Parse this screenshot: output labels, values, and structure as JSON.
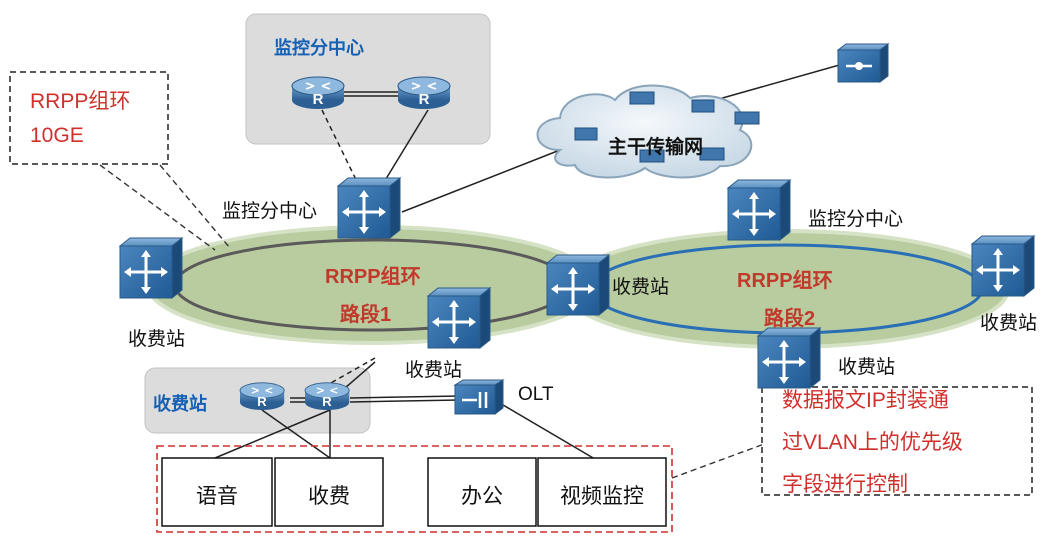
{
  "monitor_center_box": {
    "title": "监控分中心"
  },
  "toll_station_box": {
    "title": "收费站"
  },
  "backbone": {
    "label": "主干传输网"
  },
  "ring1": {
    "line1": "RRPP组环",
    "line2": "路段1"
  },
  "ring2": {
    "line1": "RRPP组环",
    "line2": "路段2"
  },
  "node_labels": {
    "monitor_center_left": "监控分中心",
    "monitor_center_right": "监控分中心",
    "toll_left": "收费站",
    "toll_ring1_bottom": "收费站",
    "toll_junction": "收费站",
    "toll_right": "收费站",
    "toll_ring2_bottom": "收费站",
    "olt": "OLT"
  },
  "callout_rrpp": {
    "line1": "RRPP组环",
    "line2": "10GE"
  },
  "callout_vlan": {
    "line1": "数据报文IP封装通",
    "line2": "过VLAN上的优先级",
    "line3": "字段进行控制"
  },
  "services": [
    "语音",
    "收费",
    "办公",
    "视频监控"
  ],
  "router_symbol": "R",
  "colors": {
    "ring_fill": "#b9cca0",
    "ring_line_gray": "#5a5a5a",
    "ring_line_blue": "#2a6fb5",
    "device_blue": "#2f6fa8",
    "callout_red": "#d0302c",
    "group_box": "#d9d9d9"
  },
  "icons": [
    "router-icon",
    "switch-icon",
    "olt-icon",
    "cloud-icon"
  ]
}
